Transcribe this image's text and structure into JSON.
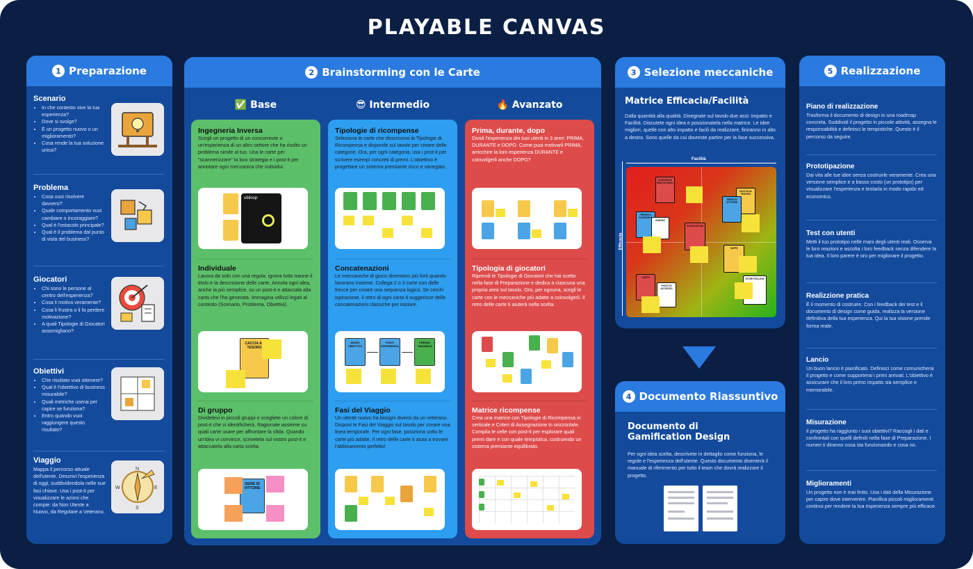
{
  "title": "PLAYABLE CANVAS",
  "panel1": {
    "number": "1",
    "title": "Preparazione",
    "sections": [
      {
        "title": "Scenario",
        "items": [
          "In che contesto vive la tua esperienza?",
          "Dove si svolge?",
          "È un progetto nuovo o un miglioramento?",
          "Cosa rende la tua soluzione unica?"
        ]
      },
      {
        "title": "Problema",
        "items": [
          "Cosa vuoi risolvere davvero?",
          "Quale comportamento vuoi cambiare o incoraggiare?",
          "Qual è l'ostacolo principale?",
          "Qual è il problema dal punto di vista del business?"
        ]
      },
      {
        "title": "Giocatori",
        "items": [
          "Chi sono le persone al centro dell'esperienza?",
          "Cosa li motiva veramente?",
          "Cosa li frustra o li fa perdere motivazione?",
          "A quali Tipologie di Giocatori assomigliano?"
        ]
      },
      {
        "title": "Obiettivi",
        "items": [
          "Che risultato vuoi ottenere?",
          "Qual è l'obiettivo di business misurabile?",
          "Quali metriche userai per capire se funziona?",
          "Entro quando vuoi raggiungere questo risultato?"
        ]
      },
      {
        "title": "Viaggio",
        "text": "Mappa il percorso attuale dell'utente. Descrivi l'esperienza di oggi, suddividendola nelle sue fasi chiave. Usa i post-it per visualizzare le azioni che compie: da Non Utente a Nuovo, da Regolare a Veterano."
      }
    ]
  },
  "panel2": {
    "number": "2",
    "title": "Brainstorming con le Carte",
    "columns": [
      {
        "emoji": "✅",
        "label": "Base",
        "items": [
          {
            "title": "Ingegneria Inversa",
            "text": "Scegli un progetto di un concorrente o un'esperienza di un altro settore che ha risolto un problema simile al tuo. Usa le carte per \"scannerizzare\" la loro strategia e i post-it per annotare ogni meccanica che individui."
          },
          {
            "title": "Individuale",
            "text": "Lavora da solo con una regola: ignora tutto tranne il titolo e la descrizione delle carte. Annota ogni idea, anche la più semplice, su un post-it e attaccala alla carta che l'ha generata. Immagina utilizzi legati al contesto (Scenario, Problema, Obiettivi)."
          },
          {
            "title": "Di gruppo",
            "text": "Dividetevi in piccoli gruppi e scegliete un colore di post-it che vi identificherà. Ragionate assieme su quali carte usare per affrontare la sfida. Quando un'idea vi convince, scrivetela sul vostro post-it e attaccatela alla carta scelta."
          }
        ],
        "thumb_labels": [
          "ubiloop",
          "CACCIA AL TESORO",
          "SERIE DI VITTORIE"
        ]
      },
      {
        "emoji": "😎",
        "label": "Intermedio",
        "items": [
          {
            "title": "Tipologie di ricompense",
            "text": "Seleziona le carte che descrivono le Tipologie di Ricompensa e disponile sul tavolo per creare delle categorie. Ora, per ogni categoria, usa i post-it per scrivere esempi concreti di premi. L'obiettivo è progettare un sistema premiante ricco e variegato."
          },
          {
            "title": "Concatenazioni",
            "text": "Le meccaniche di gioco diventano più forti quando lavorano insieme. Collega 2 o 3 carte con delle frecce per creare una sequenza logica. Se cerchi ispirazione, il retro di ogni carta ti suggerisce delle concatenazioni classiche per iniziare."
          },
          {
            "title": "Fasi del Viaggio",
            "text": "Un utente nuovo ha bisogni diversi da un veterano. Disponi le Fasi del Viaggio sul tavolo per creare una linea temporale. Per ogni fase, posiziona sotto le carte più adatte. Il retro delle carte ti aiuta a trovare l'abbinamento perfetto!"
          }
        ],
        "thumb_labels": [
          "MICRO OBIETTIVI",
          "PUNTI ESPERIENZA",
          "PREMIO TANGIBILE"
        ]
      },
      {
        "emoji": "🔥",
        "label": "Avanzato",
        "items": [
          {
            "title": "Prima, durante, dopo",
            "text": "Dividi l'esperienza dei tuoi utenti in 3 aree: PRIMA, DURANTE e DOPO. Come puoi motivarli PRIMA, arricchire la loro esperienza DURANTE e coinvolgerli anche DOPO?"
          },
          {
            "title": "Tipologia di giocatori",
            "text": "Riprendi le Tipologie di Giocatori che hai scelto nella fase di Preparazione e dedica a ciascuna una propria area sul tavolo. Ora, per ognuna, scegli le carte con le meccaniche più adatte a coinvolgerli. Il retro delle carte ti aiuterà nella scelta."
          },
          {
            "title": "Matrice ricompense",
            "text": "Crea una matrice con Tipologie di Ricompensa in verticale e Criteri di Assegnazione in orizzontale. Compila le celle con post-it per esplorare quali premi dare e con quale tempistica, costruendo un sistema premiante equilibrato."
          }
        ]
      }
    ]
  },
  "panel3": {
    "number": "3",
    "title": "Selezione meccaniche",
    "subtitle": "Matrice Efficacia/Facilità",
    "text": "Dalla quantità alla qualità. Disegnate sul tavolo due assi: Impatto e Facilità. Discutete ogni idea e posizionatela nella matrice. Le idee migliori, quelle con alto impatto e facili da realizzare, finiranno in alto a destra. Sono quelle da cui dovreste partire per la fase successiva.",
    "x_axis": "Facilità",
    "y_axis": "Efficacia",
    "card_labels": [
      "CONTENUTI SBLOCCABILI",
      "CACCIA AL TESORO",
      "SERIE DI VITTORIE",
      "PREMIO A SORPRESA",
      "SCORCIATOIA",
      "GIORNO",
      "TAPPE",
      "STORYTELLING",
      "CARTE",
      "PUNTI DI ACCESSO"
    ]
  },
  "panel4": {
    "number": "4",
    "title": "Documento Riassuntivo",
    "subtitle_line1": "Documento di",
    "subtitle_line2": "Gamification Design",
    "text": "Per ogni idea scelta, descrivete in dettaglio come funziona, le regole e l'esperienza dell'utente. Questo documento diventerà il manuale di riferimento per tutto il team che dovrà realizzare il progetto."
  },
  "panel5": {
    "number": "5",
    "title": "Realizzazione",
    "items": [
      {
        "title": "Piano di realizzazione",
        "text": "Trasforma il documento di design in una roadmap concreta. Suddividi il progetto in piccole attività, assegna le responsabilità e definisci le tempistiche. Questo è il percorso da seguire."
      },
      {
        "title": "Prototipazione",
        "text": "Dai vita alle tue idee senza costruirle veramente. Crea una versione semplice e a basso costo (un prototipo) per visualizzare l'esperienza e testarla in modo rapido ed economico."
      },
      {
        "title": "Test con utenti",
        "text": "Metti il tuo prototipo nelle mani degli utenti reali. Osserva le loro reazioni e ascolta i loro feedback senza difendere la tua idea. Il loro parere è oro per migliorare il progetto."
      },
      {
        "title": "Realizzione pratica",
        "text": "È il momento di costruire. Con i feedback dei test e il documento di design come guida, realizza la versione definitiva della tua esperienza. Qui la tua visione prende forma reale."
      },
      {
        "title": "Lancio",
        "text": "Un buon lancio è pianificato. Definisci come comunicherai il progetto e come supporterai i primi arrivati. L'obiettivo è assicurare che il loro primo impatto sia semplice e memorabile."
      },
      {
        "title": "Misurazione",
        "text": "Il progetto ha raggiunto i suoi obiettivi? Raccogli i dati e confrontali con quelli definiti nella fase di Preparazione. I numeri ti diranno cosa sta funzionando e cosa no."
      },
      {
        "title": "Miglioramenti",
        "text": "Un progetto non è mai finito. Usa i dati della Misurazione per capire dove intervenire. Pianifica piccoli miglioramenti continui per rendere la tua esperienza sempre più efficace."
      }
    ]
  },
  "compass": {
    "n": "N",
    "e": "E",
    "s": "S",
    "w": "W"
  },
  "colors": {
    "background": "#0b1f44",
    "panel": "#134a9c",
    "header": "#2a7ae0",
    "base": "#5cc06a",
    "intermedio": "#2d9ef0",
    "avanzato": "#de4b4b",
    "postit": "#f7e23a"
  }
}
